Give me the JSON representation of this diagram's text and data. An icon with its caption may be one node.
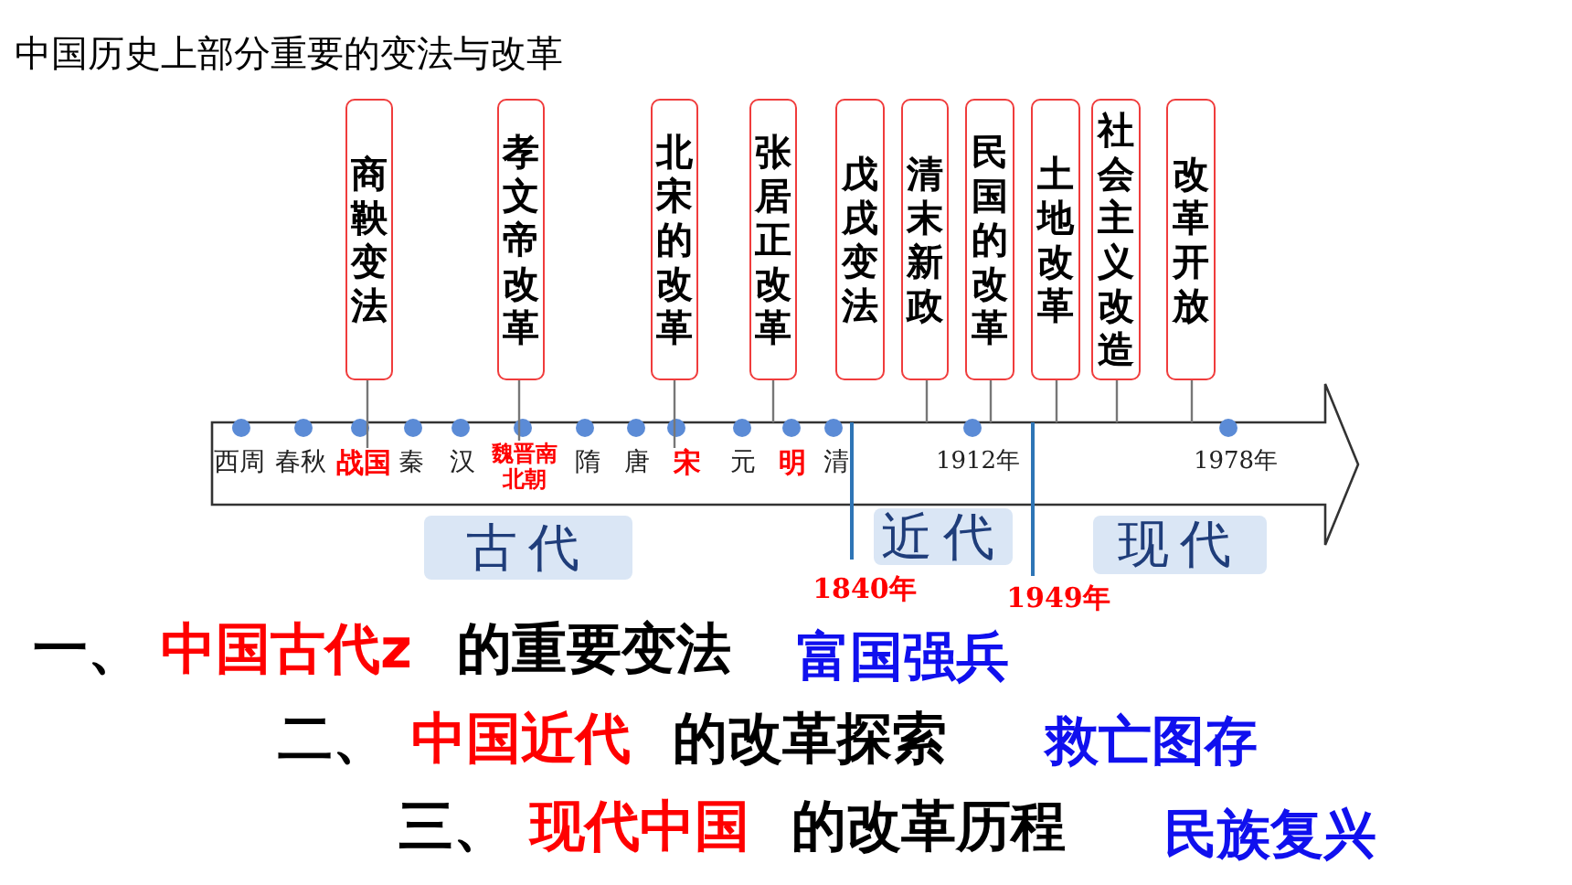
{
  "diagram": {
    "title": "中国历史上部分重要的变法与改革",
    "nodes": [
      {
        "text": [
          "商鞅变法"
        ]
      },
      {
        "text": [
          "孝文帝改革"
        ]
      },
      {
        "text": [
          "北宋的改革"
        ]
      },
      {
        "text": [
          "张居正改革"
        ]
      },
      {
        "text": [
          "戊戌变法"
        ]
      },
      {
        "text": [
          "清末新政"
        ]
      },
      {
        "text": [
          "民国的改革"
        ]
      },
      {
        "text": [
          "土地改革"
        ]
      },
      {
        "text": [
          "社会主义改造"
        ]
      },
      {
        "text": [
          "改革开放"
        ]
      },
      {
        "text": [
          "古代"
        ]
      },
      {
        "text": [
          "近代"
        ]
      },
      {
        "text": [
          "现代"
        ]
      },
      {
        "text": [
          "战国"
        ]
      },
      {
        "text": [
          "魏晋南北朝"
        ]
      },
      {
        "text": [
          "宋"
        ]
      }
    ],
    "edges": [
      {
        "from": 0,
        "to": 13,
        "arrow": "none"
      },
      {
        "from": 1,
        "to": 14,
        "arrow": "none"
      },
      {
        "from": 2,
        "to": 15,
        "arrow": "none"
      },
      {
        "from": 3,
        "to": null,
        "arrow": "none"
      },
      {
        "from": 5,
        "to": null,
        "arrow": "none"
      },
      {
        "from": 6,
        "to": null,
        "arrow": "none"
      },
      {
        "from": 7,
        "to": null,
        "arrow": "none"
      },
      {
        "from": 8,
        "to": null,
        "arrow": "none"
      },
      {
        "from": 9,
        "to": null,
        "arrow": "none"
      }
    ],
    "labels": [
      "西周",
      "春秋",
      "秦",
      "汉",
      "隋",
      "唐",
      "元",
      "明",
      "清",
      "1912年",
      "1978年",
      "1840年",
      "1949年",
      "一、",
      "中国古代z",
      "的重要变法",
      "富国强兵",
      "二、",
      "中国近代",
      "的改革探索",
      "救亡图存",
      "三、",
      "现代中国",
      "的改革历程",
      "民族复兴"
    ]
  }
}
